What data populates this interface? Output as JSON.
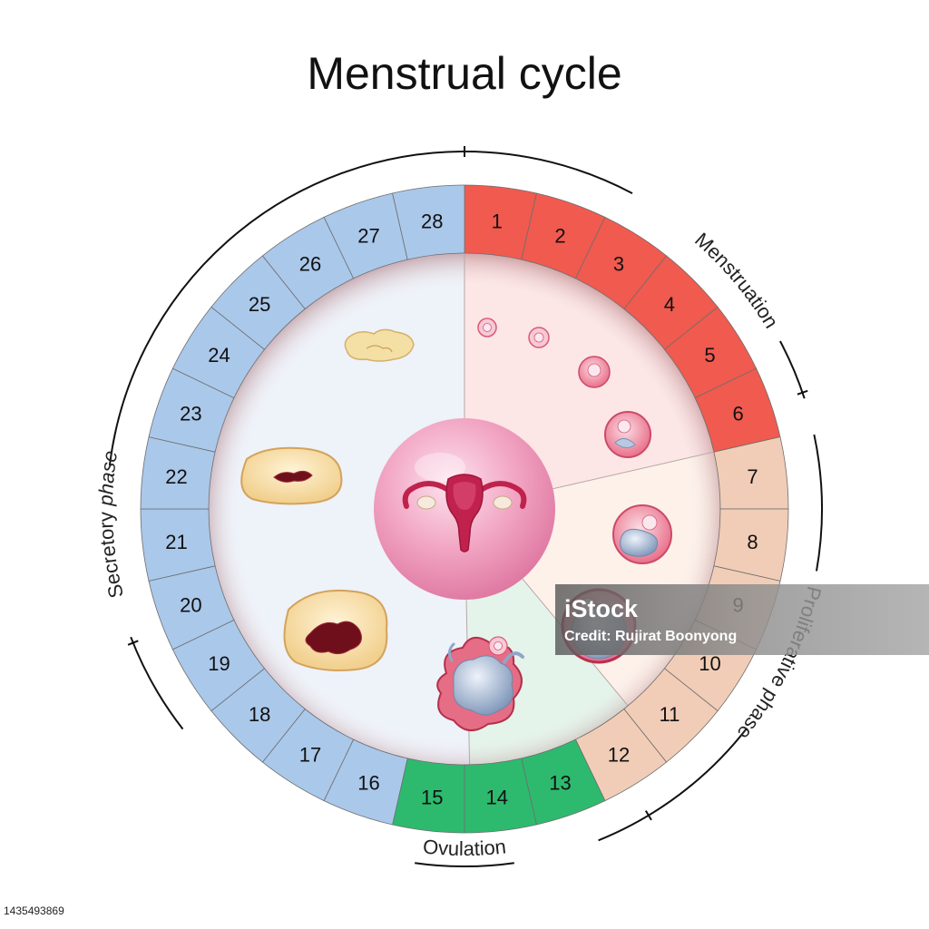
{
  "title": "Menstrual cycle",
  "day_numbers": [
    "1",
    "2",
    "3",
    "4",
    "5",
    "6",
    "7",
    "8",
    "9",
    "10",
    "11",
    "12",
    "13",
    "14",
    "15",
    "16",
    "17",
    "18",
    "19",
    "20",
    "21",
    "22",
    "23",
    "24",
    "25",
    "26",
    "27",
    "28"
  ],
  "phases": {
    "menstruation": "Menstruation",
    "proliferative": "Proliferative phase",
    "ovulation": "Ovulation",
    "secretory_main": "Secretory ",
    "secretory_italic": "phase"
  },
  "phase_days": {
    "menstruation": [
      1,
      6
    ],
    "proliferative": [
      7,
      12
    ],
    "ovulation": [
      13,
      15
    ],
    "secretory": [
      16,
      28
    ]
  },
  "colors": {
    "menstruation": "#f05a4f",
    "proliferative": "#f1cdb7",
    "ovulation": "#2dba6e",
    "secretory": "#aac8ea",
    "menstruation_sector": "#fde6e6",
    "proliferative_sector": "#fdf1ea",
    "ovulation_sector": "#e4f4ea",
    "secretory_sector": "#eef2f9",
    "center_circle": "#f2a7c2"
  },
  "icons": {
    "uterus": "uterus-icon",
    "follicle": "follicle-icon",
    "corpus_luteum": "corpus-luteum-icon",
    "ovulation": "ovulation-icon"
  },
  "watermark": {
    "brand": "iStock",
    "credit": "Credit: Rujirat Boonyong"
  },
  "stock_id": "1435493869"
}
